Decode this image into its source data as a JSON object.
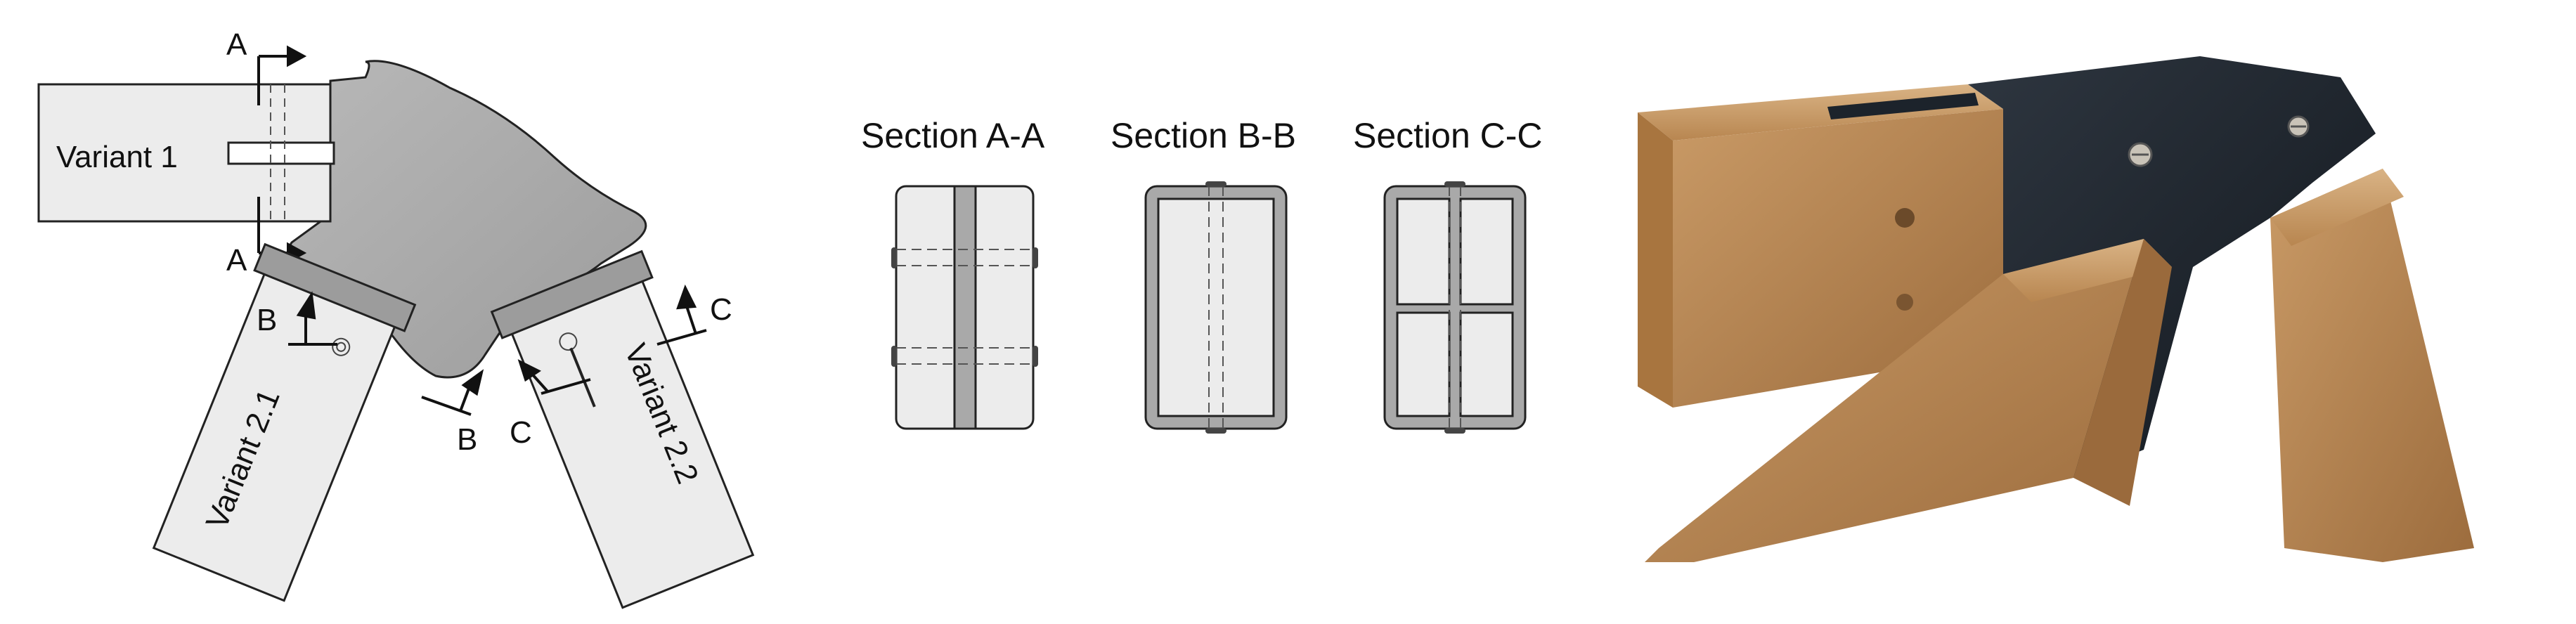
{
  "joint": {
    "variant_1": "Variant 1",
    "variant_2_1": "Variant 2.1",
    "variant_2_2": "Variant 2.2",
    "section_marks": {
      "a_top": "A",
      "a_bottom": "A",
      "b_left": "B",
      "b_right": "B",
      "c_left": "C",
      "c_right": "C"
    }
  },
  "sections": {
    "a": {
      "title": "Section A-A"
    },
    "b": {
      "title": "Section B-B"
    },
    "c": {
      "title": "Section C-C"
    }
  },
  "colors": {
    "node_gray": "#a9a9a9",
    "beam_fill": "#ececec",
    "line": "#222222",
    "wood": "#c79a68",
    "printed_node": "#1c232b"
  }
}
